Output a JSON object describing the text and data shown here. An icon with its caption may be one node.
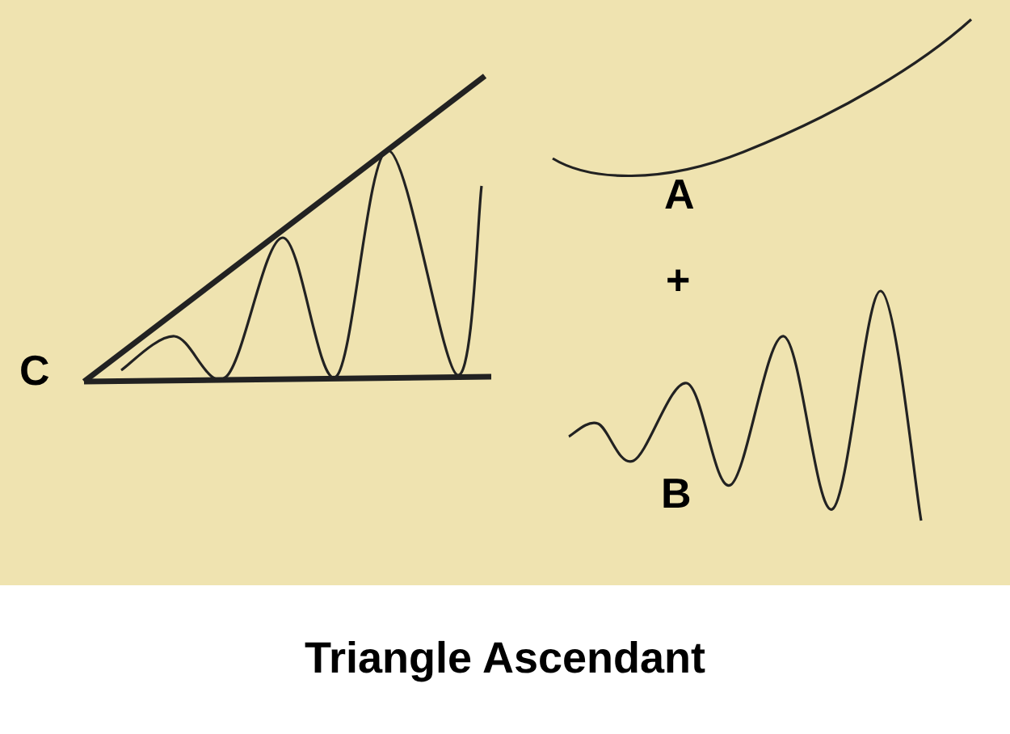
{
  "diagram": {
    "caption": "Triangle Ascendant",
    "labels": [
      "A",
      "+",
      "C",
      "B"
    ]
  }
}
